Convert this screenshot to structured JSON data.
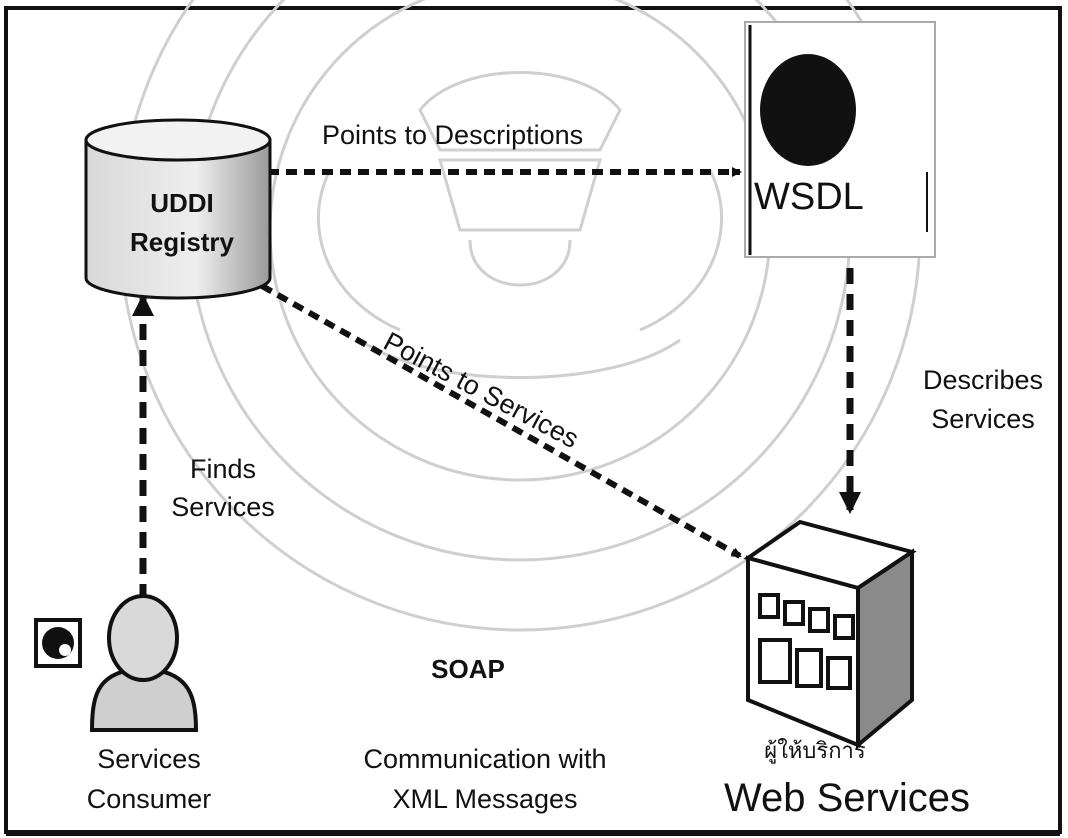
{
  "diagram": {
    "nodes": {
      "registry": {
        "line1": "UDDI",
        "line2": "Registry"
      },
      "wsdl": {
        "label": "WSDL"
      },
      "consumer": {
        "line1": "Services",
        "line2": "Consumer"
      },
      "provider": {
        "thai_label": "ผู้ให้บริการ",
        "label": "Web Services"
      }
    },
    "edges": {
      "points_to_descriptions": "Points to Descriptions",
      "points_to_services": "Points to Services",
      "describes_services": {
        "line1": "Describes",
        "line2": "Services"
      },
      "finds_services": {
        "line1": "Finds",
        "line2": "Services"
      }
    },
    "center": {
      "protocol": "SOAP",
      "line1": "Communication with",
      "line2": "XML Messages"
    },
    "colors": {
      "stroke": "#111111",
      "background": "#ffffff",
      "watermark": "#cfcfcf",
      "cylinder_fill": "#e6e6e6",
      "wsdl_dot": "#111111"
    },
    "icons": [
      "database-cylinder-icon",
      "document-icon",
      "person-icon",
      "building-icon",
      "badge-icon"
    ]
  }
}
